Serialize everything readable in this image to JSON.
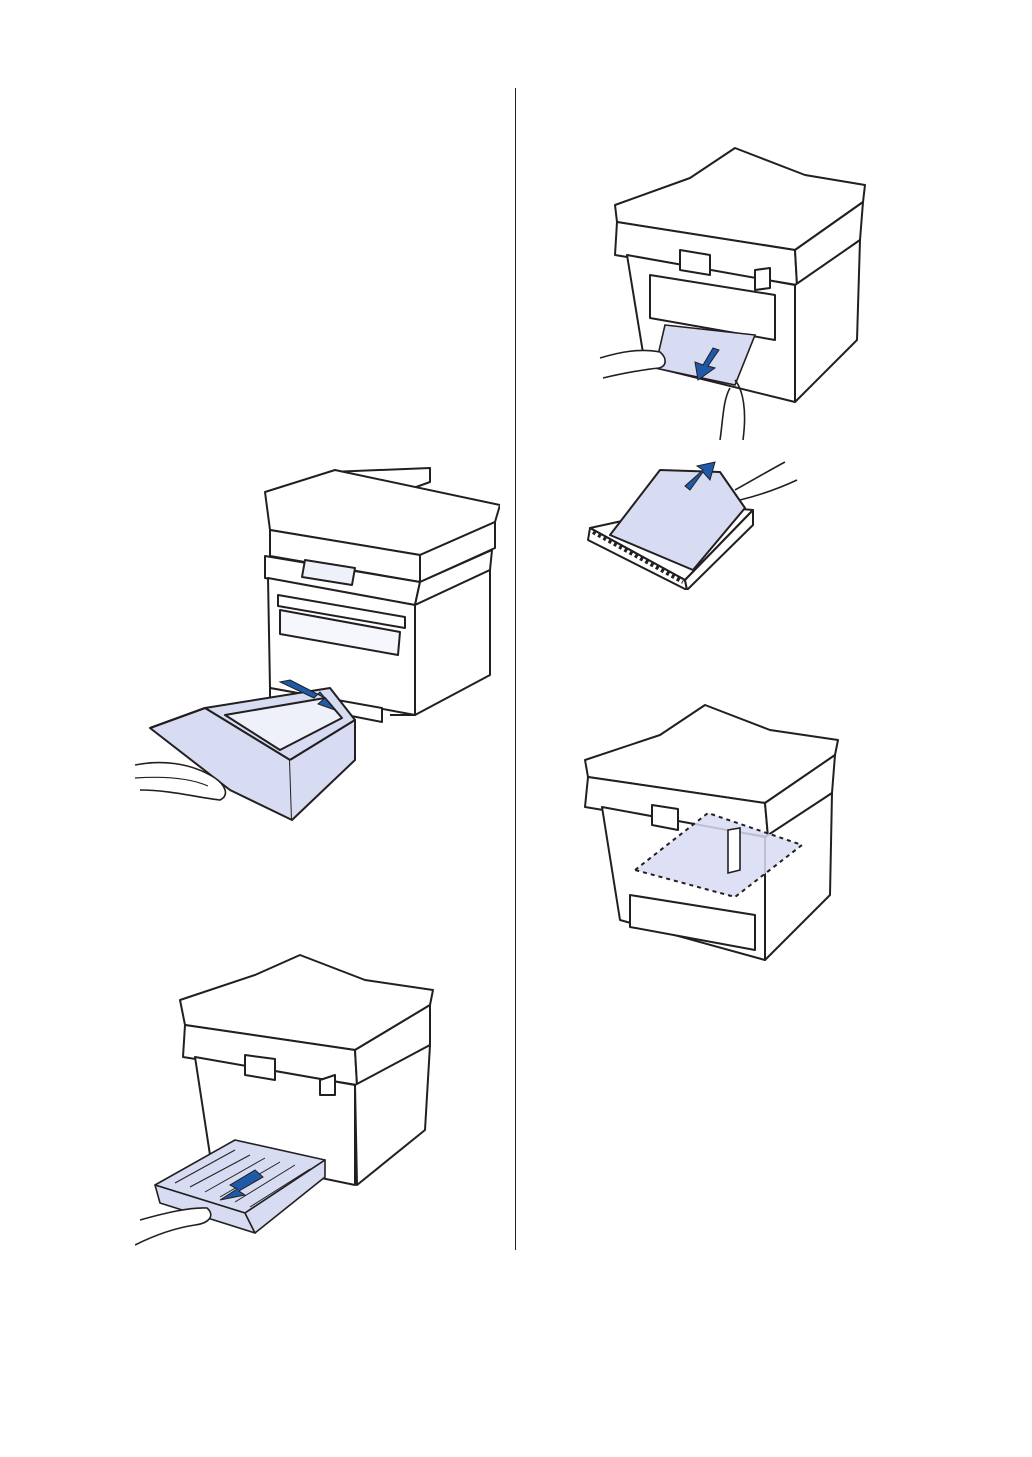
{
  "page": {
    "background": "#ffffff",
    "line_color": "#231f20",
    "paper_fill": "#d8dcf3",
    "arrow_fill": "#1f5aa8"
  },
  "figures": [
    {
      "id": "pull-tray-out",
      "icon": "printer-front-with-paper-tray-pulled-out"
    },
    {
      "id": "pull-duplex-tray",
      "icon": "printer-rear-duplex-tray-pulled-out"
    },
    {
      "id": "remove-jam-rear",
      "icon": "jammed-paper-pulled-from-rear"
    },
    {
      "id": "remove-paper-from-tray",
      "icon": "paper-lifted-from-tray"
    },
    {
      "id": "jam-area",
      "icon": "printer-rear-jam-area-highlighted"
    }
  ]
}
